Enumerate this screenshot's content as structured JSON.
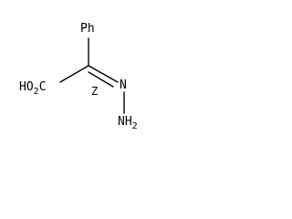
{
  "molecule": {
    "phenyl_label": "Ph",
    "acid_label": "HO2C",
    "acid_label_display": "HO",
    "acid_label_sub": "2",
    "acid_label_tail": "C",
    "stereo_label": "Z",
    "imine_nitrogen": "N",
    "amine_label": "NH",
    "amine_sub": "2"
  },
  "colors": {
    "ink": "#000000",
    "background": "#ffffff"
  }
}
